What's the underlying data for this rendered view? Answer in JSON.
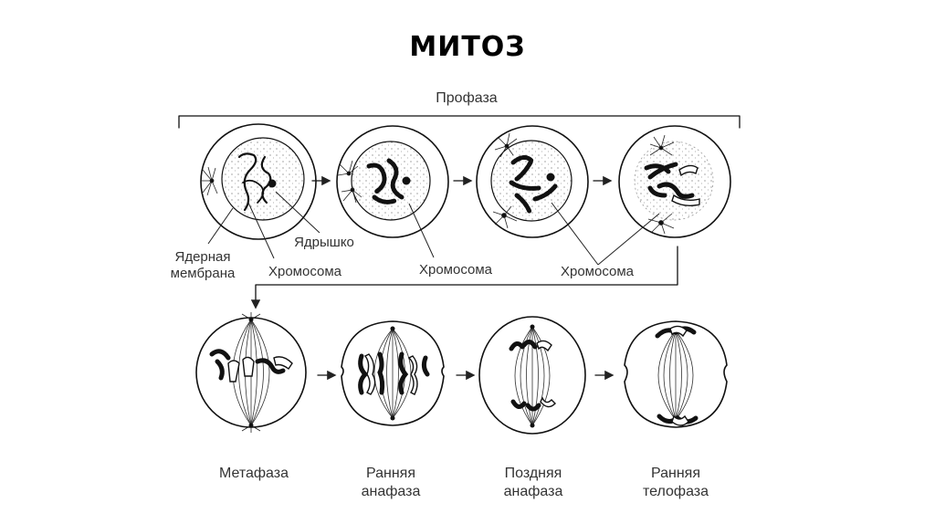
{
  "title": "МИТОЗ",
  "bracket_label": "Профаза",
  "labels": {
    "nuclear_membrane_1": "Ядерная",
    "nuclear_membrane_2": "мембрана",
    "nucleolus": "Ядрышко",
    "chromosome_1": "Хромосома",
    "chromosome_2": "Хромосома",
    "chromosome_3": "Хромосома"
  },
  "phases": {
    "metaphase": [
      "Метафаза"
    ],
    "early_anaphase": [
      "Ранняя",
      "анафаза"
    ],
    "late_anaphase": [
      "Поздняя",
      "анафаза"
    ],
    "early_telophase": [
      "Ранняя",
      "телофаза"
    ]
  }
}
